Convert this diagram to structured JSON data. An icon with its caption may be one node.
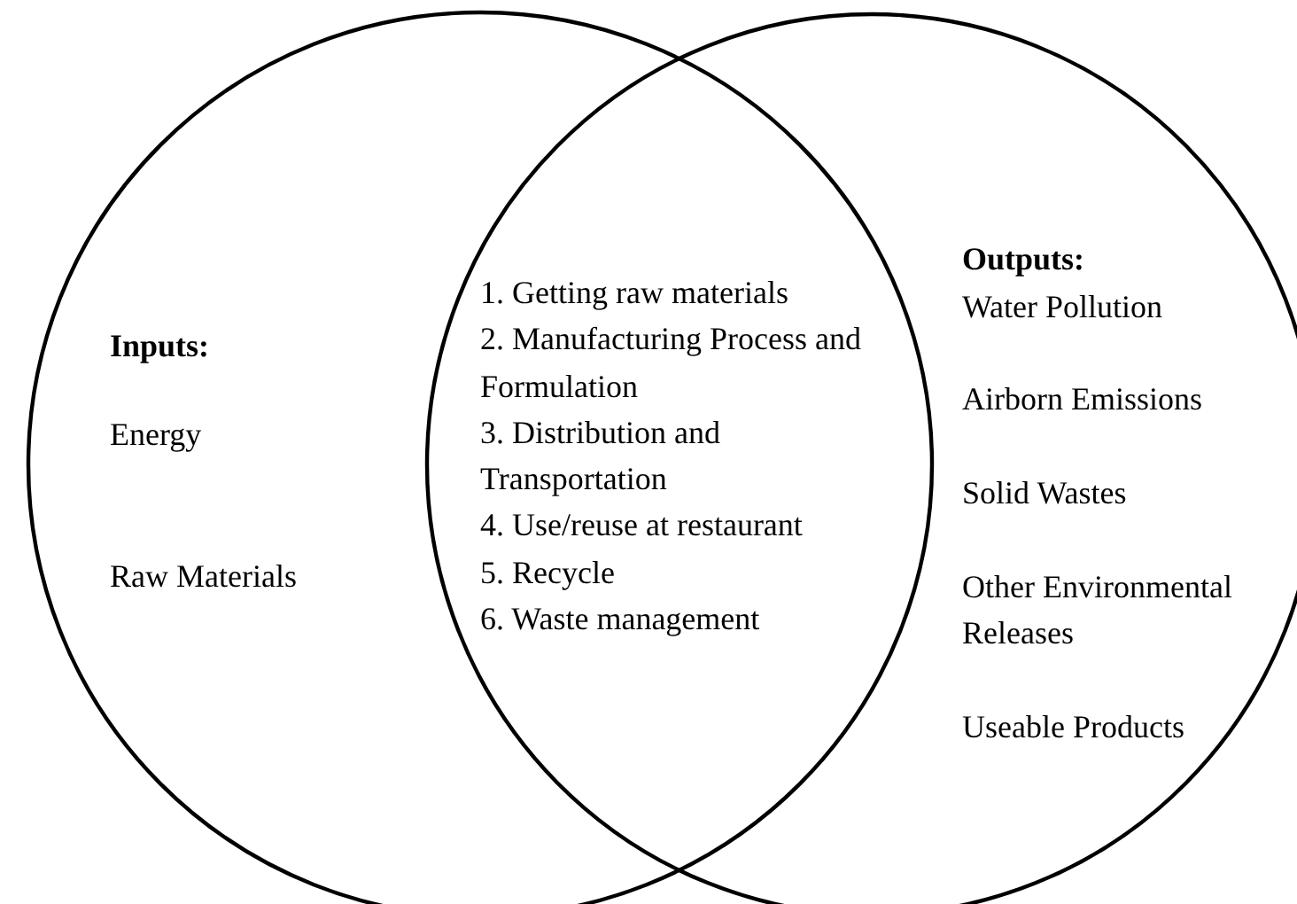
{
  "diagram": {
    "nodes": [
      {
        "text": [
          "Inputs:",
          "Energy",
          "Raw Materials"
        ]
      },
      {
        "text": [
          "Outputs:",
          "Water Pollution",
          "Airborn Emissions",
          "Solid Wastes",
          "Other Environmental Releases",
          "Useable Products"
        ]
      }
    ],
    "labels": [
      "1. Getting raw materials",
      "2. Manufacturing Process and Formulation",
      "3. Distribution and Transportation",
      "4. Use/reuse at restaurant",
      "5. Recycle",
      "6. Waste management"
    ]
  }
}
